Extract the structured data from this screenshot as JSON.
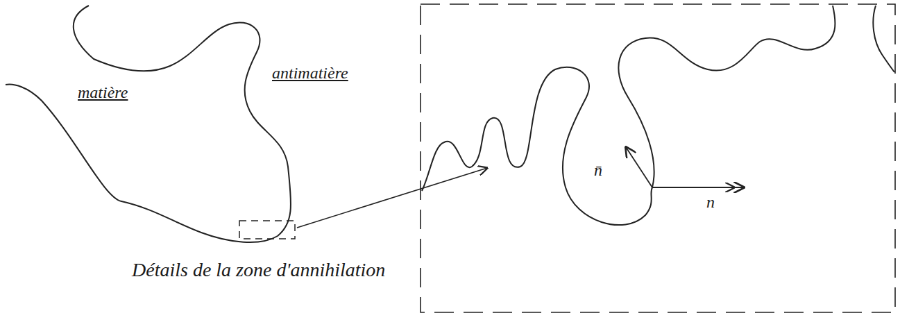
{
  "diagram": {
    "caption": "Détails de la zone d'annihilation",
    "labels": [
      "matière",
      "antimatière",
      "n̄",
      "n"
    ]
  }
}
